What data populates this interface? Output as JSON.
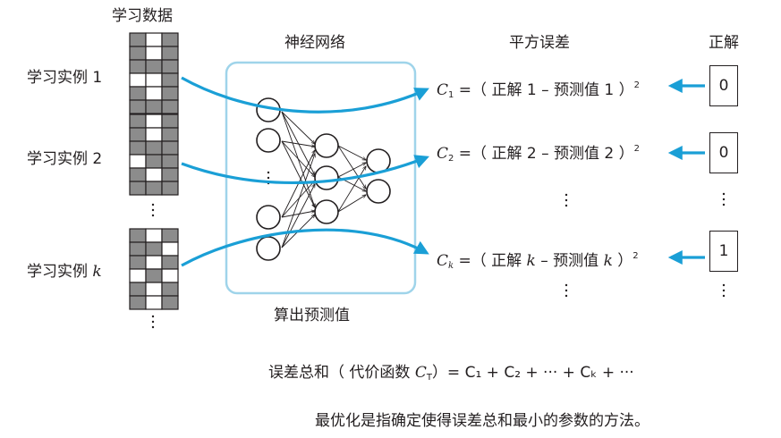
{
  "headers": {
    "training_data": "学习数据",
    "neural_network": "神经网络",
    "squared_error": "平方误差",
    "correct_answer": "正解"
  },
  "examples": [
    {
      "label": "学习实例 1"
    },
    {
      "label": "学习实例 2"
    },
    {
      "label_prefix": "学习实例 ",
      "label_var": "k"
    }
  ],
  "predict_label": "算出预测值",
  "formulas": [
    {
      "var": "C",
      "sub": "1",
      "body_pre": "=（ 正解 1 – 预测值 1 ）",
      "sup": "2"
    },
    {
      "var": "C",
      "sub": "2",
      "body_pre": "=（ 正解 2 – 预测值 2 ）",
      "sup": "2"
    },
    {
      "var": "C",
      "sub": "k",
      "body_pre": "=（ 正解 ",
      "body_var": "k",
      "body_mid": " – 预测值 ",
      "body_var2": "k",
      "body_end": " ）",
      "sup": "2"
    }
  ],
  "answers": [
    "0",
    "0",
    "1"
  ],
  "total_error": {
    "text": "误差总和（ 代价函数 ",
    "var": "C",
    "sub": "T",
    "rhs": "）= C₁ + C₂ + ··· + Cₖ + ···"
  },
  "conclusion": "最优化是指确定使得误差总和最小的参数的方法。",
  "colors": {
    "arrow": "#1a9fd6",
    "nn_box": "#9fd4ea",
    "cell_dark": "#8c8c8c",
    "cell_light": "#ffffff",
    "ink": "#231f20"
  },
  "grids": [
    [
      [
        1,
        0,
        1
      ],
      [
        1,
        0,
        1
      ],
      [
        1,
        1,
        1
      ],
      [
        0,
        0,
        1
      ],
      [
        1,
        0,
        1
      ],
      [
        1,
        1,
        1
      ]
    ],
    [
      [
        1,
        0,
        1
      ],
      [
        1,
        0,
        1
      ],
      [
        1,
        1,
        1
      ],
      [
        0,
        1,
        1
      ],
      [
        1,
        0,
        1
      ],
      [
        1,
        1,
        1
      ]
    ],
    [
      [
        1,
        0,
        1
      ],
      [
        1,
        1,
        0
      ],
      [
        1,
        0,
        1
      ],
      [
        0,
        1,
        0
      ],
      [
        1,
        0,
        1
      ],
      [
        1,
        0,
        1
      ]
    ]
  ]
}
